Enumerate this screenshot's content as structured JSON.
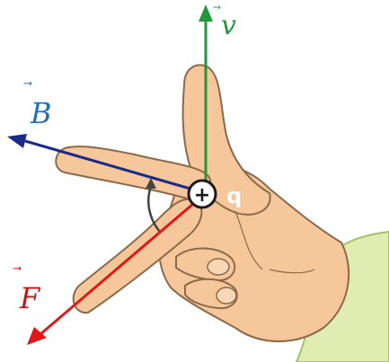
{
  "diagram": {
    "vectors": {
      "velocity": {
        "symbol": "v",
        "accent": "⃗",
        "color": "#1e9a3a"
      },
      "magnetic_field": {
        "symbol": "B",
        "accent": "⃗",
        "color": "#1f6fb2"
      },
      "force": {
        "symbol": "F",
        "accent": "⃗",
        "color": "#c01818"
      }
    },
    "charge": {
      "sign": "+",
      "label": "q"
    },
    "colors": {
      "skin": "#f6c79b",
      "skin_shadow": "#e3ab7d",
      "skin_outline": "#8b6a4a",
      "sleeve": "#dfeeb0",
      "sleeve_outline": "#a9bf6a",
      "velocity": "#1e9a3a",
      "magnetic_field": "#1a2a8a",
      "force": "#e01818",
      "angle_arc": "#444444"
    }
  }
}
